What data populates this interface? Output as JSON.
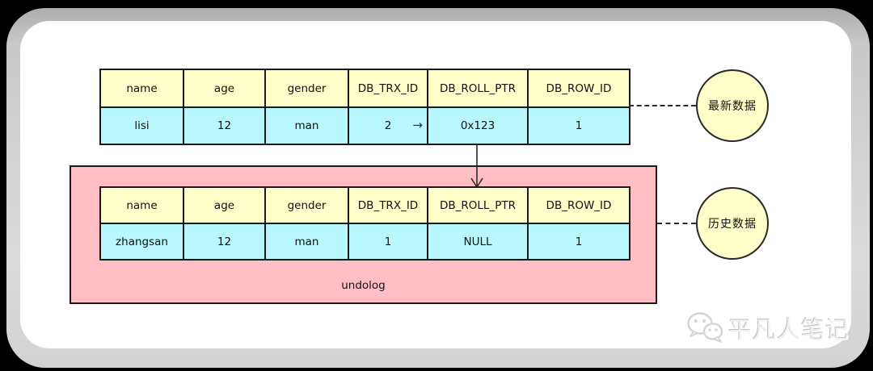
{
  "diagram": {
    "columns": [
      "name",
      "age",
      "gender",
      "DB_TRX_ID",
      "DB_ROLL_PTR",
      "DB_ROW_ID"
    ],
    "latest_row": [
      "lisi",
      "12",
      "man",
      "2",
      "0x123",
      "1"
    ],
    "history_row": [
      "zhangsan",
      "12",
      "man",
      "1",
      "NULL",
      "1"
    ],
    "trx_pointer_glyph": "→",
    "undolog_label": "undolog",
    "latest_badge": "最新数据",
    "history_badge": "历史数据"
  },
  "watermark": {
    "icon": "wechat-icon",
    "text": "平凡人笔记"
  },
  "colors": {
    "header_fill": "#FFFFC9",
    "row_fill": "#B8F7FE",
    "undolog_fill": "#FFBDC4",
    "badge_fill": "#FFFFC9",
    "line_color": "#1a1a1a"
  }
}
